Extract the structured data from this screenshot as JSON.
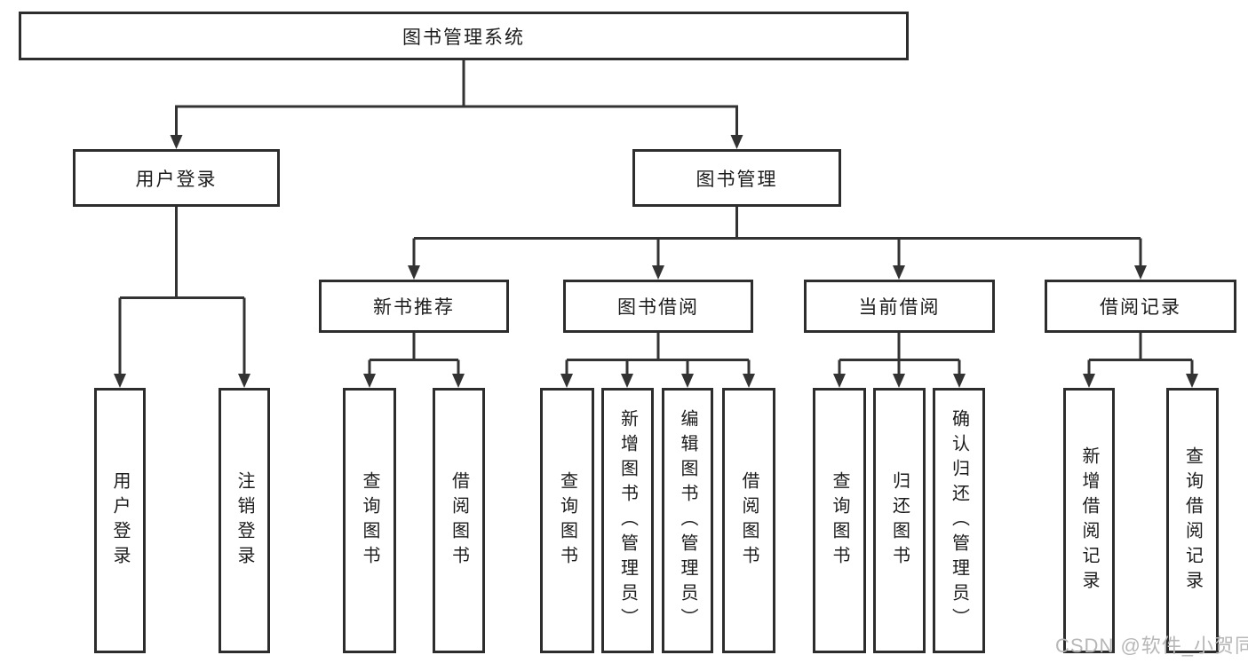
{
  "diagram": {
    "root": "图书管理系统",
    "user_login": {
      "label": "用户登录",
      "children": [
        "用户登录",
        "注销登录"
      ]
    },
    "book_management": {
      "label": "图书管理",
      "sections": [
        {
          "label": "新书推荐",
          "children": [
            "查询图书",
            "借阅图书"
          ]
        },
        {
          "label": "图书借阅",
          "children": [
            "查询图书",
            "新增图书（管理员）",
            "编辑图书（管理员）",
            "借阅图书"
          ]
        },
        {
          "label": "当前借阅",
          "children": [
            "查询图书",
            "归还图书",
            "确认归还（管理员）"
          ]
        },
        {
          "label": "借阅记录",
          "children": [
            "新增借阅记录",
            "查询借阅记录"
          ]
        }
      ]
    }
  },
  "watermark": "CSDN @软件_小贺同学",
  "colors": {
    "line": "#333333",
    "box_border": "#2d2d2d",
    "text": "#1c1c1c",
    "watermark_text": "#b7b7b7",
    "background": "#ffffff"
  }
}
